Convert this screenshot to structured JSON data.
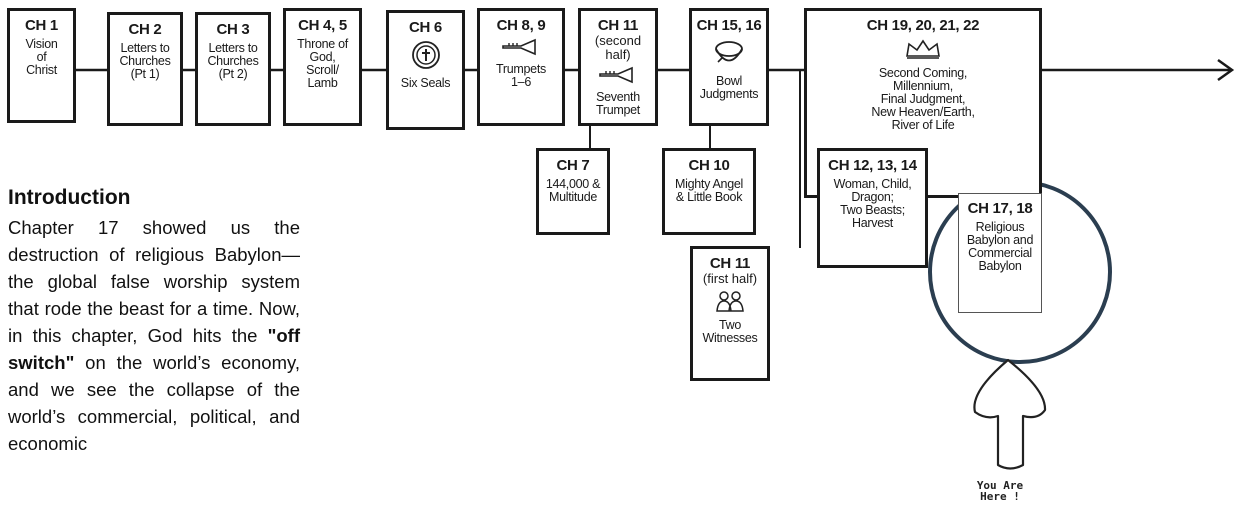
{
  "timeline": [
    {
      "ch": "CH 1",
      "desc": "Vision\nof\nChrist"
    },
    {
      "ch": "CH 2",
      "desc": "Letters to\nChurches\n(Pt 1)"
    },
    {
      "ch": "CH 3",
      "desc": "Letters to\nChurches\n(Pt 2)"
    },
    {
      "ch": "CH 4, 5",
      "desc": "Throne of\nGod,\nScroll/\nLamb"
    },
    {
      "ch": "CH 6",
      "desc": "Six Seals",
      "icon": "seal-icon"
    },
    {
      "ch": "CH 8, 9",
      "desc": "Trumpets\n1–6",
      "icon": "trumpet-icon"
    },
    {
      "ch": "CH 11",
      "sub": "(second half)",
      "desc": "Seventh\nTrumpet",
      "icon": "trumpet-icon"
    },
    {
      "ch": "CH 15, 16",
      "desc": "Bowl\nJudgments",
      "icon": "bowl-icon"
    },
    {
      "ch": "CH 19, 20, 21, 22",
      "desc": "Second Coming,\nMillennium,\nFinal Judgment,\nNew Heaven/Earth,\nRiver of Life",
      "icon": "crown-icon"
    }
  ],
  "interludes": [
    {
      "ch": "CH 7",
      "desc": "144,000 &\nMultitude"
    },
    {
      "ch": "CH 10",
      "desc": "Mighty Angel\n& Little Book"
    },
    {
      "ch": "CH 11",
      "sub": "(first half)",
      "desc": "Two\nWitnesses",
      "icon": "witnesses-icon"
    },
    {
      "ch": "CH 12, 13, 14",
      "desc": "Woman, Child,\nDragon;\nTwo Beasts;\nHarvest"
    },
    {
      "ch": "CH 17, 18",
      "desc": "Religious\nBabylon and\nCommercial\nBabylon",
      "highlighted": true
    }
  ],
  "you_are_here": [
    "You Are",
    "Here !"
  ],
  "intro": {
    "heading": "Introduction",
    "text_parts": [
      {
        "text": "Chapter 17 showed us the destruction of religious Babylon—the global false worship system that rode the beast for a time. Now, in this chapter, God hits the ",
        "bold": false
      },
      {
        "text": "\"off switch\"",
        "bold": true
      },
      {
        "text": " on the world’s economy, and we see the collapse of the world’s commercial, political, and economic",
        "bold": false
      }
    ]
  },
  "colors": {
    "stroke": "#1a1a1a",
    "highlight": "#2b3e50"
  }
}
